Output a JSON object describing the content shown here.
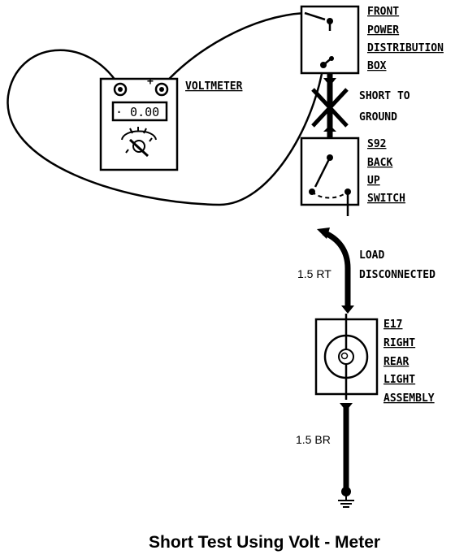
{
  "caption": "Short Test Using Volt - Meter",
  "voltmeter": {
    "label": "VOLTMETER",
    "reading": "· 0.00",
    "probe_mark": "+"
  },
  "power_box": {
    "line1": "FRONT",
    "line2": "POWER",
    "line3": "DISTRIBUTION",
    "line4": "BOX"
  },
  "short": {
    "line1": "SHORT TO",
    "line2": "GROUND"
  },
  "switch": {
    "line1": "S92",
    "line2": "BACK",
    "line3": "UP",
    "line4": "SWITCH"
  },
  "load": {
    "line1": "LOAD",
    "line2": "DISCONNECTED"
  },
  "wire_upper": "1.5 RT",
  "lamp": {
    "line1": "E17",
    "line2": "RIGHT",
    "line3": "REAR",
    "line4": "LIGHT",
    "line5": "ASSEMBLY"
  },
  "wire_lower": "1.5 BR"
}
